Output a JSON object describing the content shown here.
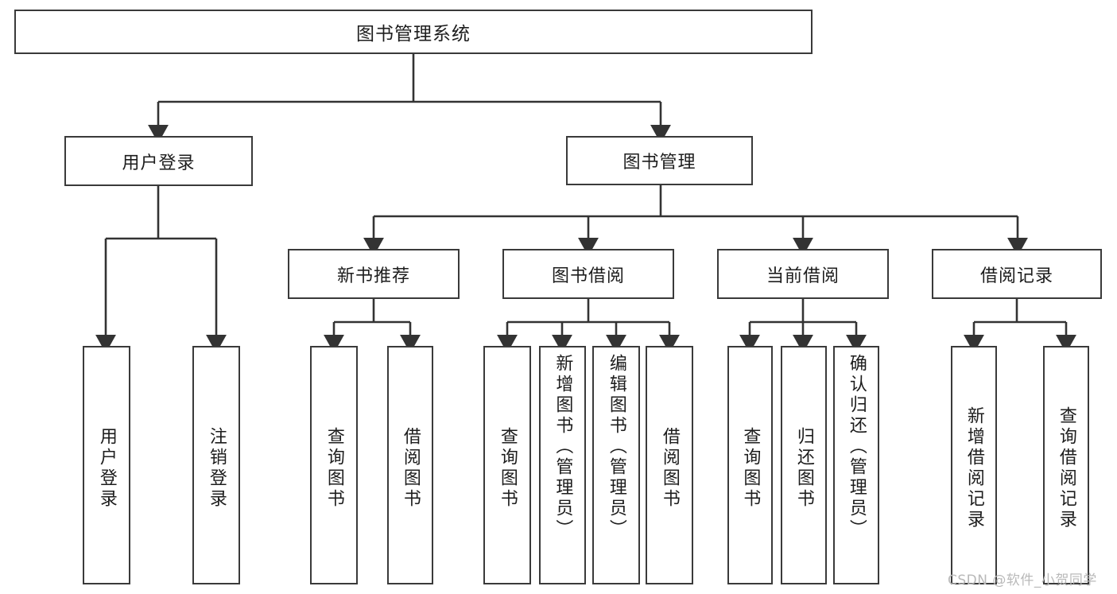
{
  "diagram": {
    "title": "图书管理系统",
    "type": "tree-hierarchy-chart",
    "colors": {
      "box_border": "#3a3a3a",
      "box_fill": "#ffffff",
      "connector": "#333333",
      "text": "#1d1d1d",
      "watermark": "#b9b9b9",
      "background": "#ffffff"
    },
    "root": {
      "label": "图书管理系统"
    },
    "level2": [
      {
        "label": "用户登录"
      },
      {
        "label": "图书管理"
      }
    ],
    "level3": [
      {
        "label": "新书推荐"
      },
      {
        "label": "图书借阅"
      },
      {
        "label": "当前借阅"
      },
      {
        "label": "借阅记录"
      }
    ],
    "leaves": {
      "user_login": [
        {
          "label": "用户登录"
        },
        {
          "label": "注销登录"
        }
      ],
      "new_book_recommend": [
        {
          "label": "查询图书"
        },
        {
          "label": "借阅图书"
        }
      ],
      "book_borrow": [
        {
          "label": "查询图书"
        },
        {
          "label": "新增图书（管理员）"
        },
        {
          "label": "编辑图书（管理员）"
        },
        {
          "label": "借阅图书"
        }
      ],
      "current_borrow": [
        {
          "label": "查询图书"
        },
        {
          "label": "归还图书"
        },
        {
          "label": "确认归还（管理员）"
        }
      ],
      "borrow_record": [
        {
          "label": "新增借阅记录"
        },
        {
          "label": "查询借阅记录"
        }
      ]
    },
    "watermark": "CSDN @软件_小贺同学"
  }
}
